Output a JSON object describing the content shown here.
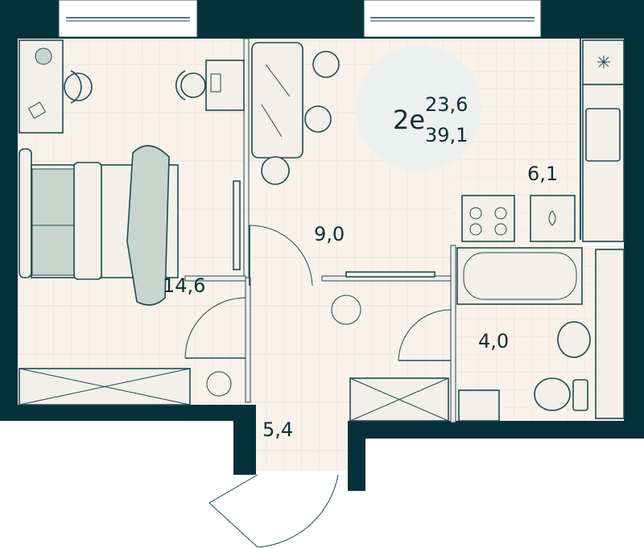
{
  "plan": {
    "type_badge": "2е",
    "living_area": "23,6",
    "total_area": "39,1",
    "rooms": [
      {
        "name": "bedroom",
        "area": "14,6"
      },
      {
        "name": "living-room",
        "area": "9,0"
      },
      {
        "name": "kitchen",
        "area": "6,1"
      },
      {
        "name": "bathroom",
        "area": "4,0"
      },
      {
        "name": "hallway",
        "area": "5,4"
      }
    ]
  },
  "colors": {
    "wall": "#06313a",
    "floor": "#f8f2ea",
    "line": "#1f4a50",
    "textile": "#c8d5ce",
    "badge_circle": "#eef0f0"
  }
}
